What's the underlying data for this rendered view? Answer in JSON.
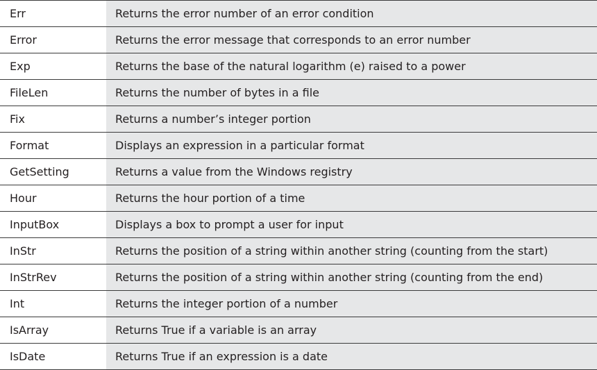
{
  "rows": [
    {
      "name": "Err",
      "description": "Returns the error number of an error condition"
    },
    {
      "name": "Error",
      "description": "Returns the error message that corresponds to an error number"
    },
    {
      "name": "Exp",
      "description": "Returns the base of the natural logarithm (e) raised to a power"
    },
    {
      "name": "FileLen",
      "description": "Returns the number of bytes in a file"
    },
    {
      "name": "Fix",
      "description": "Returns a number’s integer portion"
    },
    {
      "name": "Format",
      "description": "Displays an expression in a particular format"
    },
    {
      "name": "GetSetting",
      "description": "Returns a value from the Windows registry"
    },
    {
      "name": "Hour",
      "description": "Returns the hour portion of a time"
    },
    {
      "name": "InputBox",
      "description": "Displays a box to prompt a user for input"
    },
    {
      "name": "InStr",
      "description": "Returns the position of a string within another string (counting from the start)"
    },
    {
      "name": "InStrRev",
      "description": "Returns the position of a string within another string (counting from the end)"
    },
    {
      "name": "Int",
      "description": "Returns the integer portion of a number"
    },
    {
      "name": "IsArray",
      "description": "Returns True if a variable is an array"
    },
    {
      "name": "IsDate",
      "description": "Returns True if an expression is a date"
    }
  ]
}
